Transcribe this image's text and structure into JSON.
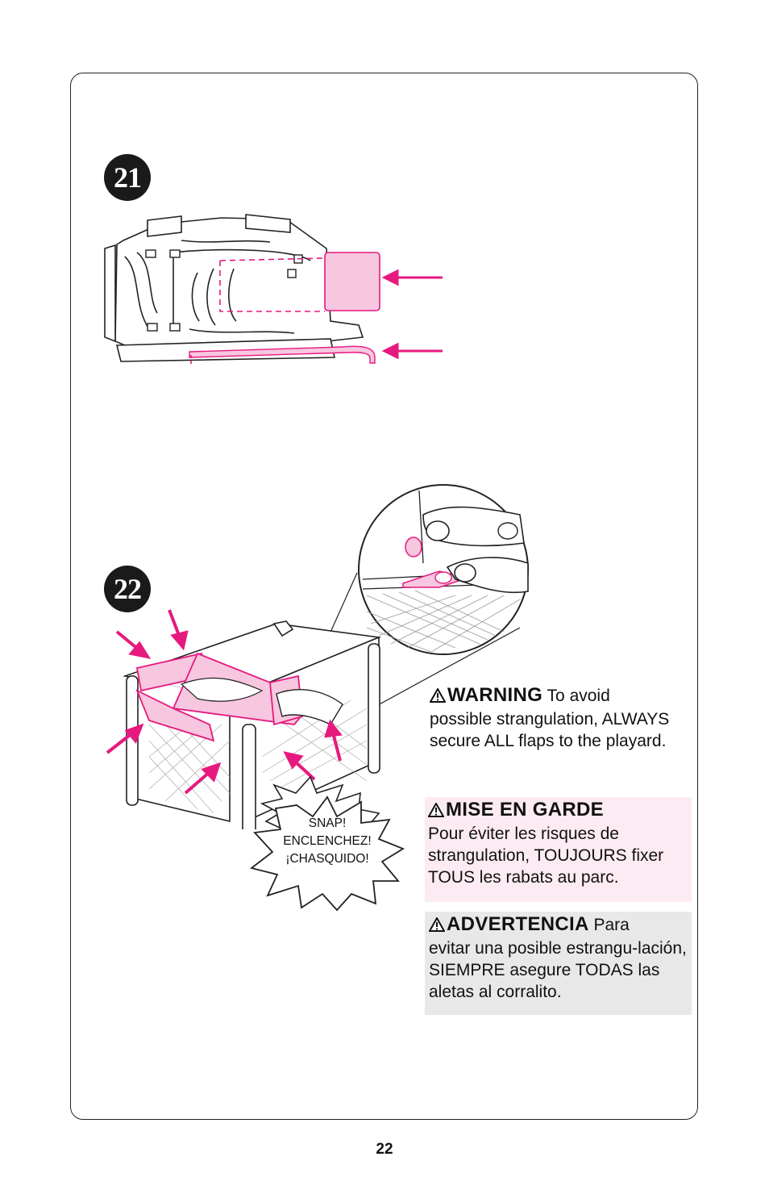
{
  "steps": {
    "step21": "21",
    "step22": "22"
  },
  "snap_callout": {
    "line1": "SNAP!",
    "line2": "ENCLENCHEZ!",
    "line3": "¡CHASQUIDO!"
  },
  "warning_en": {
    "heading": "WARNING",
    "text_lead": " To avoid",
    "text_rest": "possible strangulation, ALWAYS secure ALL flaps to the playard."
  },
  "warning_fr": {
    "heading": "MISE EN GARDE",
    "text": "Pour éviter les risques de strangulation, TOUJOURS fixer TOUS les rabats au parc."
  },
  "warning_es": {
    "heading": "ADVERTENCIA",
    "text_lead": " Para",
    "text_rest": "evitar una posible estrangu-lación, SIEMPRE asegure TODAS las aletas al corralito."
  },
  "page_number": "22",
  "colors": {
    "accent": "#e6197e",
    "accent_light": "#f7c6df",
    "fr_box": "#fcebf2",
    "es_box": "#e8e8e8"
  }
}
